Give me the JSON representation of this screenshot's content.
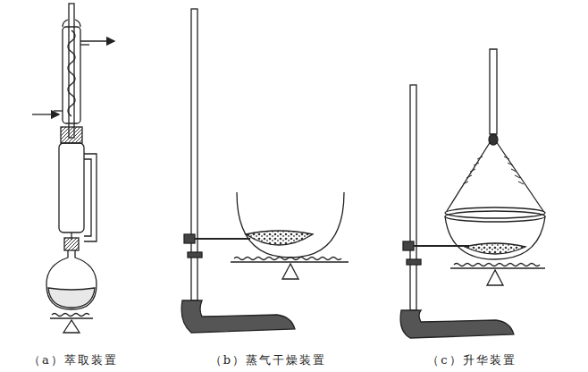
{
  "diagram": {
    "labels": [
      "（a）萃取装置",
      "（b）蒸气干燥装置",
      "（c）升华装置"
    ]
  }
}
